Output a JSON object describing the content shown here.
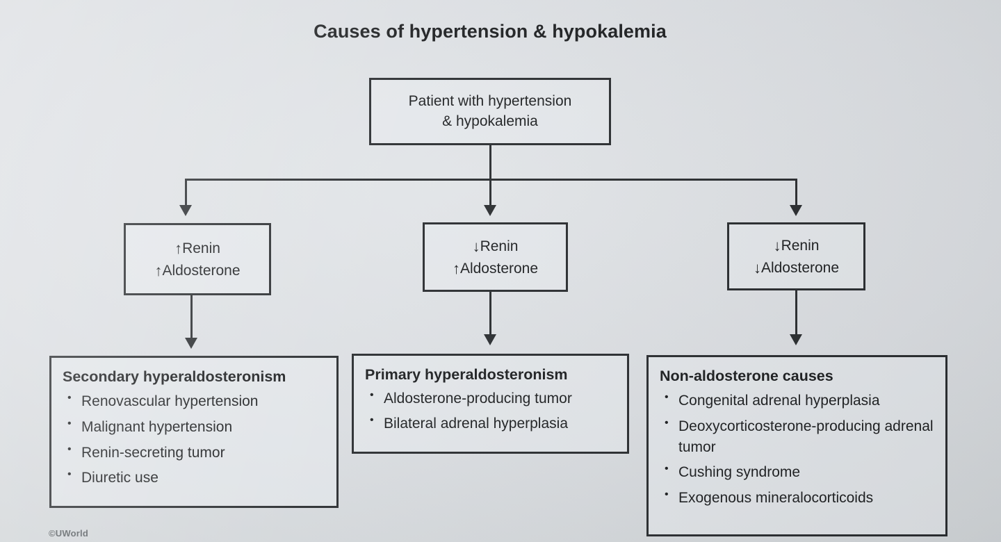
{
  "title": "Causes of hypertension & hypokalemia",
  "root_box": {
    "line1": "Patient with hypertension",
    "line2": "& hypokalemia"
  },
  "branches": [
    {
      "id": "secondary",
      "renin_arrow": "↑",
      "renin_label": "Renin",
      "aldosterone_arrow": "↑",
      "aldosterone_label": "Aldosterone",
      "outcome_heading": "Secondary hyperaldosteronism",
      "outcome_items": [
        "Renovascular hypertension",
        "Malignant hypertension",
        "Renin-secreting tumor",
        "Diuretic use"
      ]
    },
    {
      "id": "primary",
      "renin_arrow": "↓",
      "renin_label": "Renin",
      "aldosterone_arrow": "↑",
      "aldosterone_label": "Aldosterone",
      "outcome_heading": "Primary hyperaldosteronism",
      "outcome_items": [
        "Aldosterone-producing tumor",
        "Bilateral adrenal hyperplasia"
      ]
    },
    {
      "id": "non-aldosterone",
      "renin_arrow": "↓",
      "renin_label": "Renin",
      "aldosterone_arrow": "↓",
      "aldosterone_label": "Aldosterone",
      "outcome_heading": "Non-aldosterone causes",
      "outcome_items": [
        "Congenital adrenal hyperplasia",
        "Deoxycorticosterone-producing adrenal tumor",
        "Cushing syndrome",
        "Exogenous mineralocorticoids"
      ]
    }
  ],
  "copyright": "©UWorld",
  "colors": {
    "background": "#d9dcdf",
    "box_border": "#2a2d30",
    "text": "#1d1f21"
  }
}
